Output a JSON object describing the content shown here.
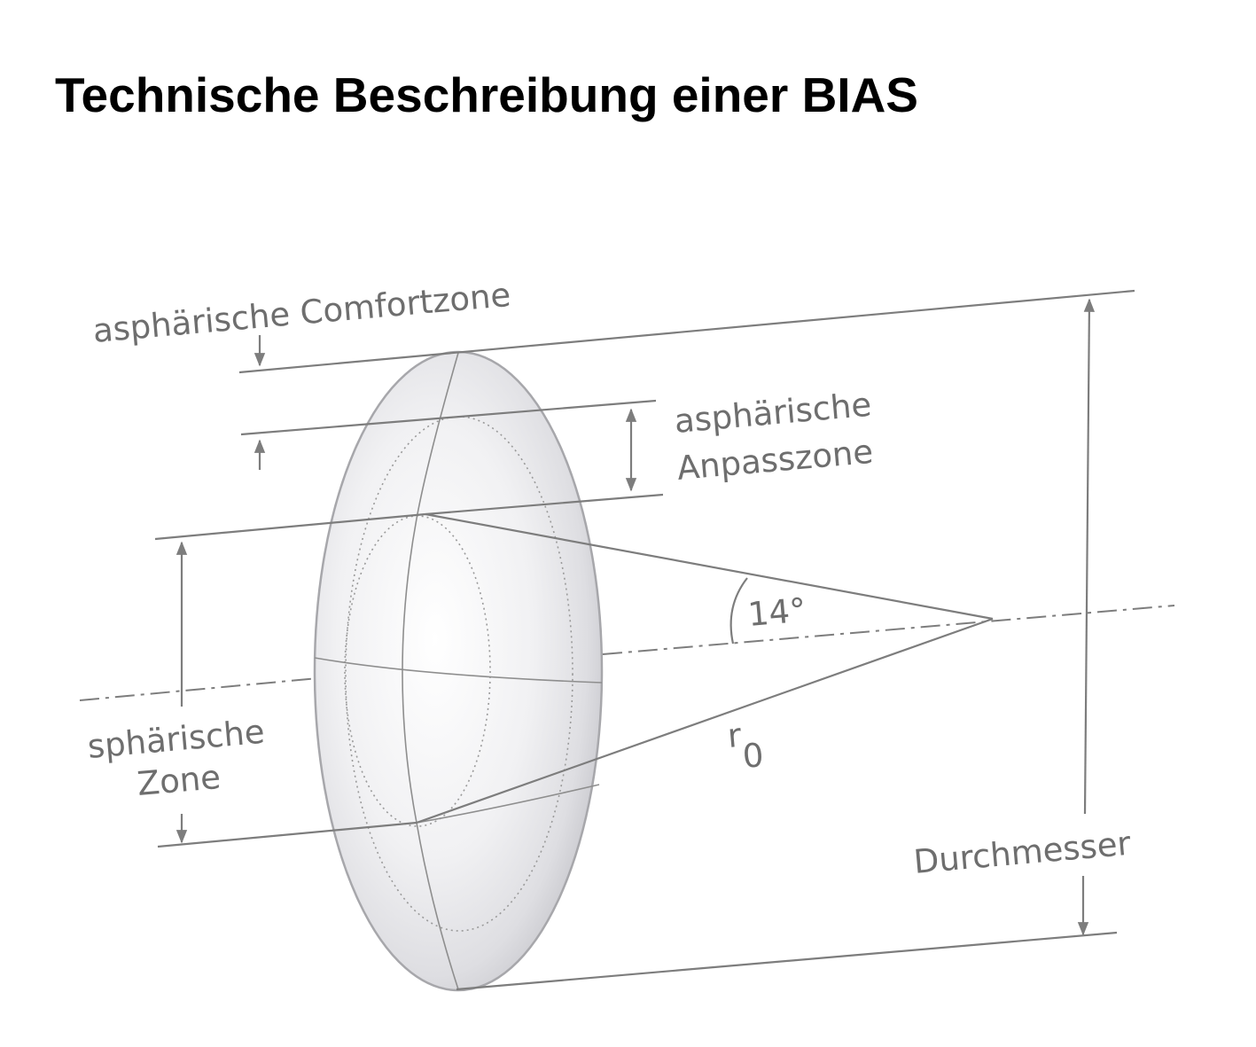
{
  "title": "Technische Beschreibung einer BIAS",
  "labels": {
    "comfort_zone": "asphärische Comfortzone",
    "adapt_zone_line1": "asphärische",
    "adapt_zone_line2": "Anpasszone",
    "spherical_zone_line1": "sphärische",
    "spherical_zone_line2": "Zone",
    "angle": "14°",
    "radius_symbol": "r",
    "radius_subscript": "0",
    "diameter": "Durchmesser"
  },
  "colors": {
    "line": "#7d7d7d",
    "label": "#6e6e6e",
    "lens_fill": "#ececee",
    "title": "#000000"
  }
}
